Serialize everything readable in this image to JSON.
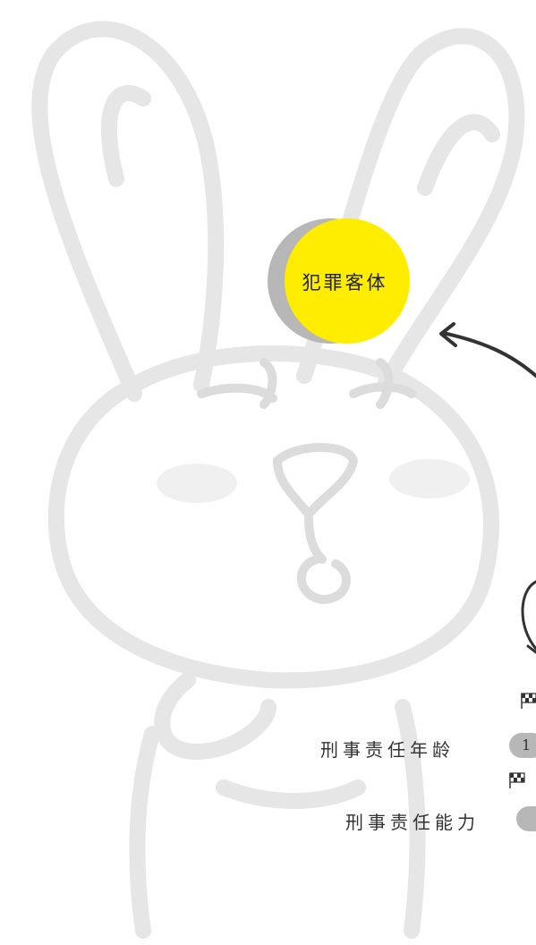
{
  "topic": {
    "label": "犯罪客体"
  },
  "items": [
    {
      "label": "刑事责任年龄",
      "badge": "1"
    },
    {
      "label": "刑事责任能力",
      "badge": ""
    }
  ],
  "icons": {
    "flag": "checkered-flag-icon",
    "background": "bunny-illustration"
  },
  "colors": {
    "topic_fill": "#ffed00",
    "topic_shadow": "#b7b7b7",
    "outline": "#e3e3e3",
    "arrow": "#333333"
  }
}
